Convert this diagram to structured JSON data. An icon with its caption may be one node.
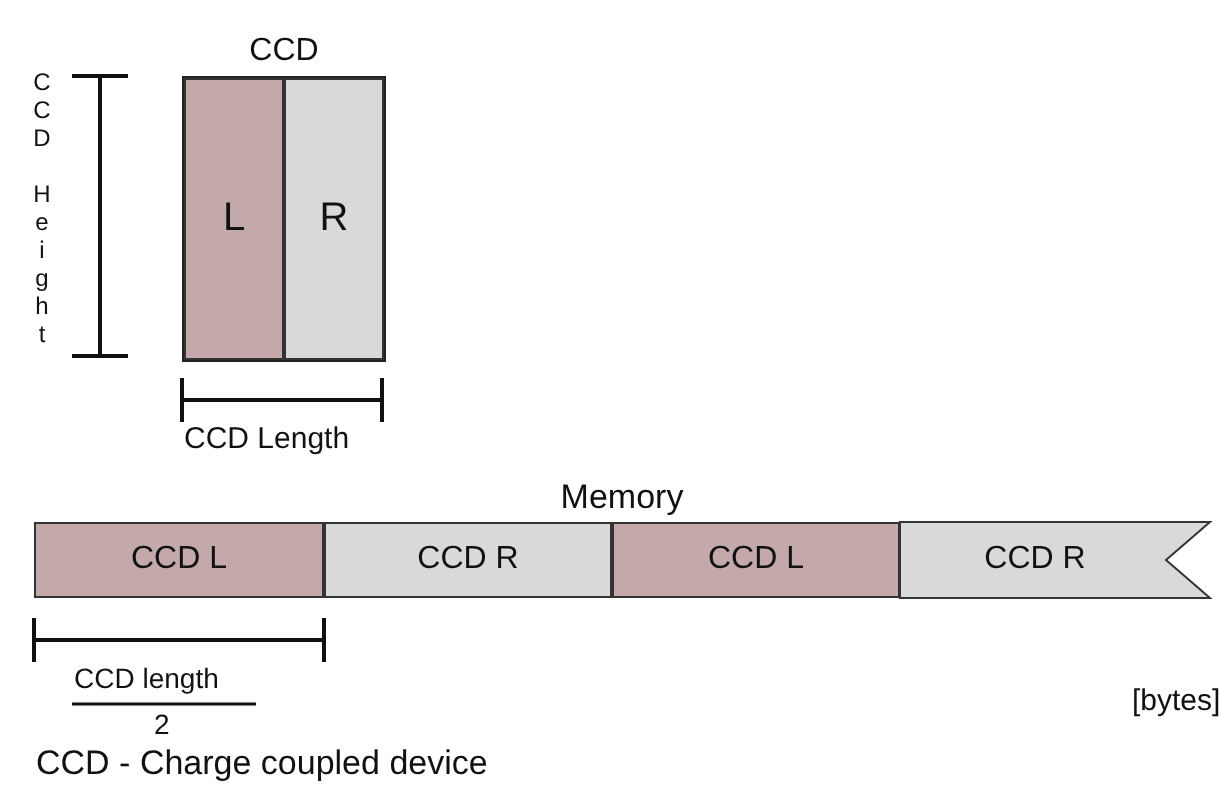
{
  "diagram": {
    "caption": "CCD - Charge coupled device",
    "nodes": [
      {
        "text": [
          "CCD"
        ]
      },
      {
        "text": [
          "L"
        ],
        "in": 0
      },
      {
        "text": [
          "R"
        ],
        "in": 0
      },
      {
        "text": [
          "Memory"
        ]
      },
      {
        "text": [
          "CCD L"
        ],
        "in": 3
      },
      {
        "text": [
          "CCD R"
        ],
        "in": 3
      },
      {
        "text": [
          "CCD L"
        ],
        "in": 3
      },
      {
        "text": [
          "CCD R"
        ],
        "in": 3
      }
    ],
    "labels": [
      "CCD Height",
      "CCD Length",
      "CCD length",
      "2",
      "[bytes]"
    ]
  }
}
